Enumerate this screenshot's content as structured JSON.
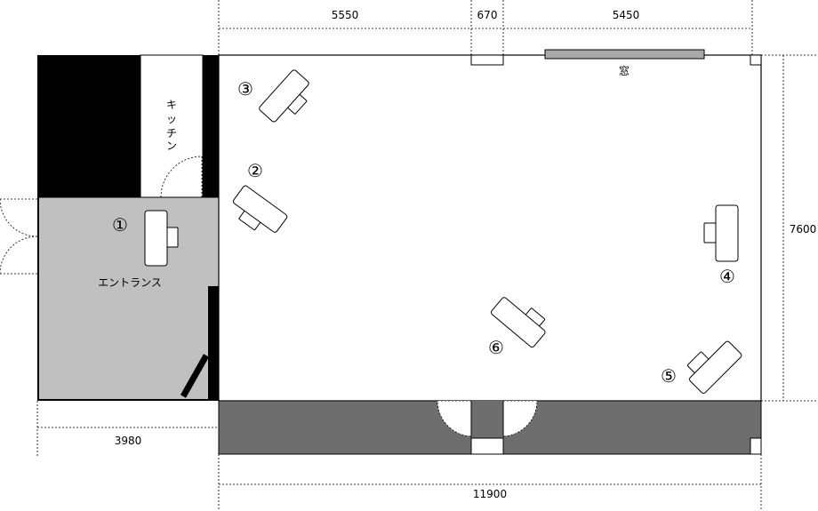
{
  "dimensions": {
    "top_left": "5550",
    "top_middle": "670",
    "top_right": "5450",
    "right": "7600",
    "bottom_left": "3980",
    "bottom": "11900"
  },
  "labels": {
    "kitchen": "キッチン",
    "entrance": "エントランス",
    "window": "窓"
  },
  "desks": [
    {
      "number": "①"
    },
    {
      "number": "②"
    },
    {
      "number": "③"
    },
    {
      "number": "④"
    },
    {
      "number": "⑤"
    },
    {
      "number": "⑥"
    }
  ],
  "colors": {
    "wall": "#000000",
    "entrance_floor": "#c0c0c0",
    "corridor": "#6e6e6e",
    "window_bar": "#a9a9a9",
    "line": "#000000"
  }
}
